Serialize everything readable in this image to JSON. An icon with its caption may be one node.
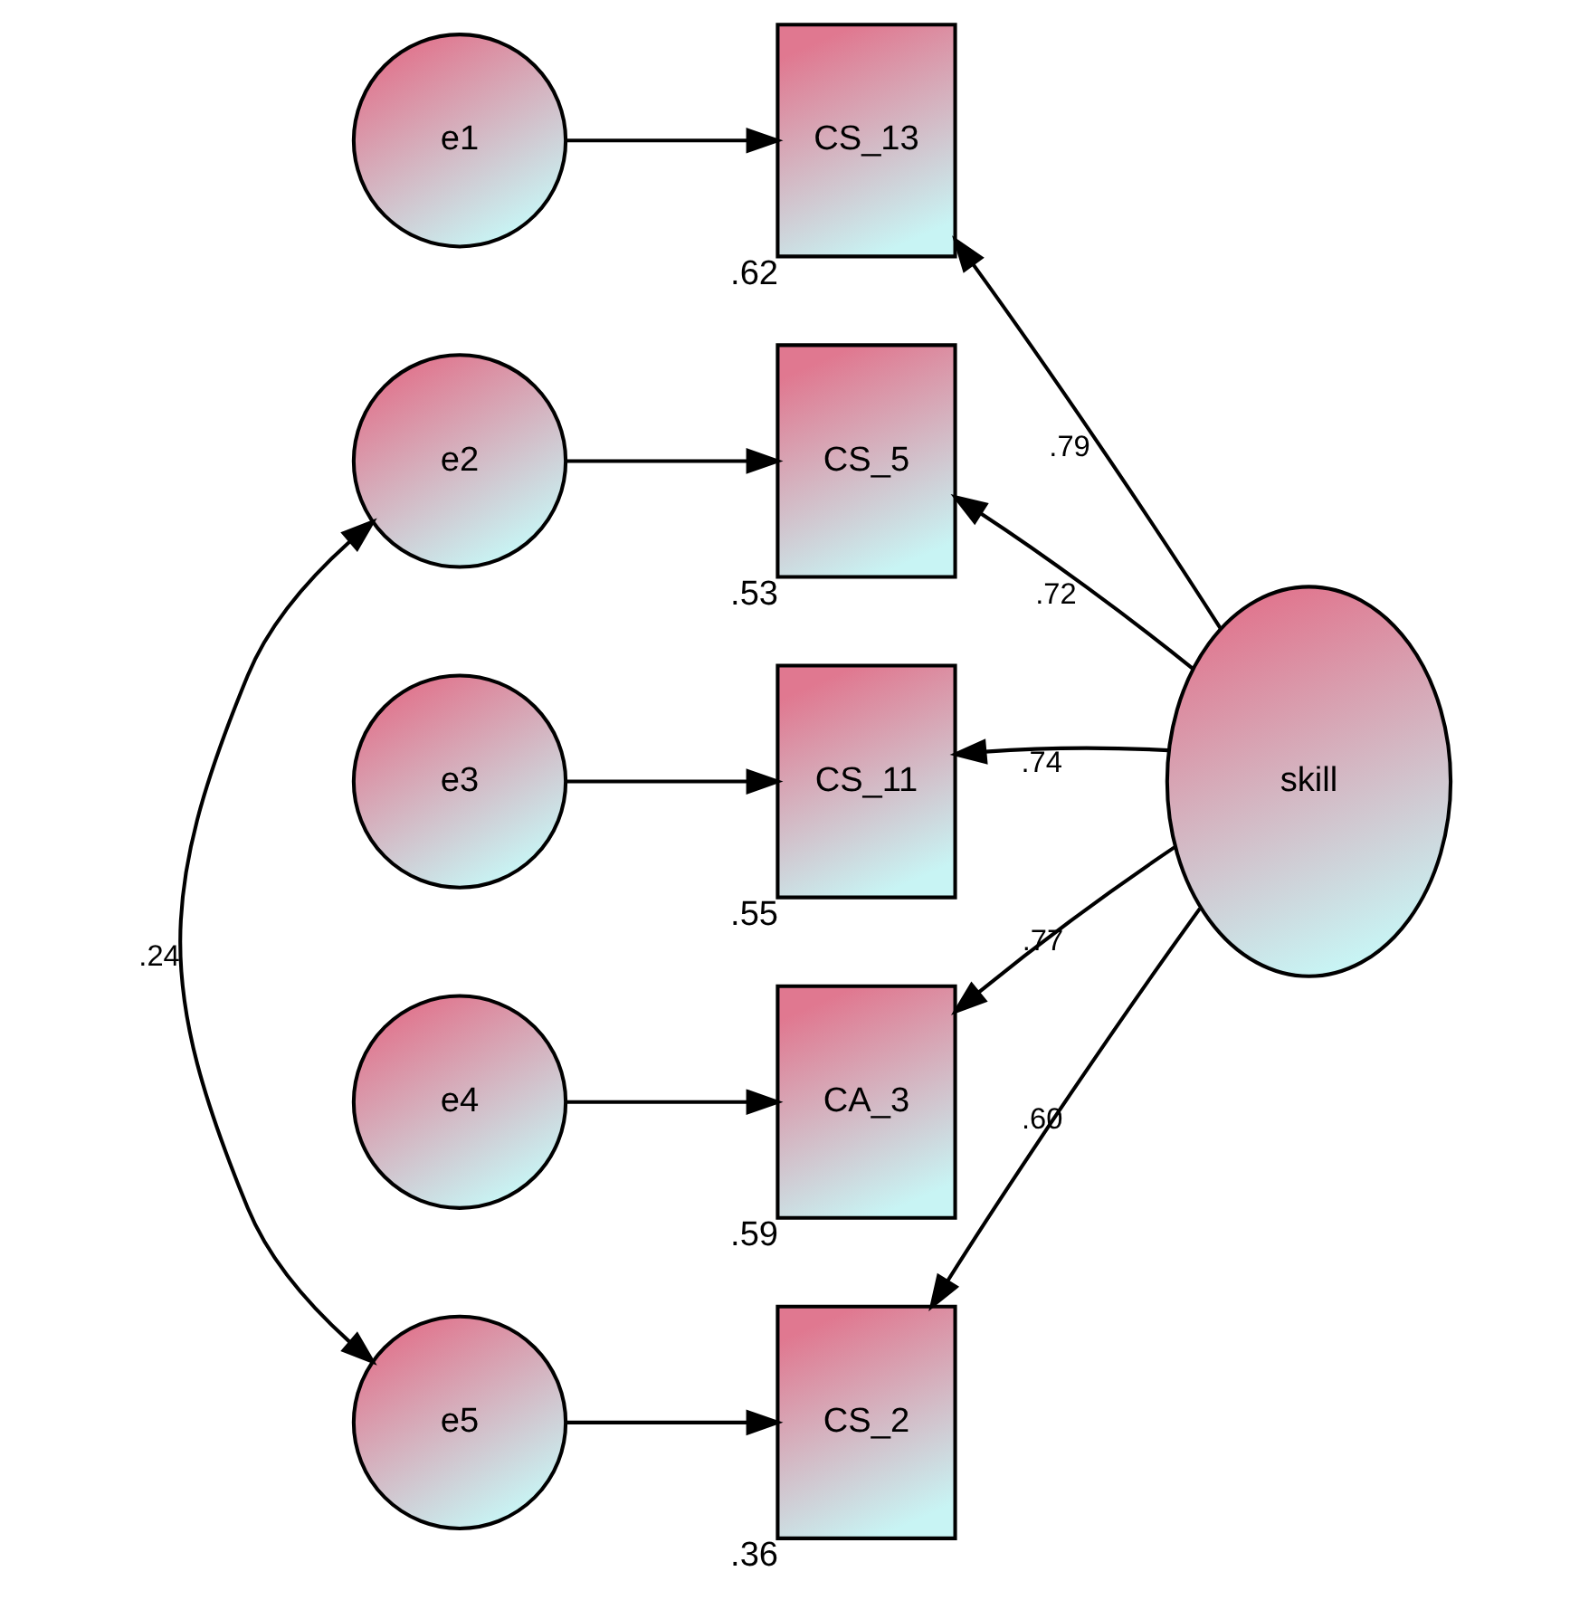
{
  "diagram": {
    "nodes": [
      {
        "text": [
          "e1"
        ]
      },
      {
        "text": [
          "CS_13"
        ],
        "beside": [
          ".62"
        ]
      },
      {
        "text": [
          "e2"
        ]
      },
      {
        "text": [
          "CS_5"
        ],
        "beside": [
          ".53"
        ]
      },
      {
        "text": [
          "e3"
        ]
      },
      {
        "text": [
          "CS_11"
        ],
        "beside": [
          ".55"
        ]
      },
      {
        "text": [
          "e4"
        ]
      },
      {
        "text": [
          "CA_3"
        ],
        "beside": [
          ".59"
        ]
      },
      {
        "text": [
          "e5"
        ]
      },
      {
        "text": [
          "CS_2"
        ],
        "beside": [
          ".36"
        ]
      },
      {
        "text": [
          "skill"
        ]
      }
    ],
    "edges": [
      {
        "from": 0,
        "to": 1,
        "arrow": "to"
      },
      {
        "from": 2,
        "to": 3,
        "arrow": "to"
      },
      {
        "from": 4,
        "to": 5,
        "arrow": "to"
      },
      {
        "from": 6,
        "to": 7,
        "arrow": "to"
      },
      {
        "from": 8,
        "to": 9,
        "arrow": "to"
      },
      {
        "from": 10,
        "to": 1,
        "arrow": "to",
        "label": ".79"
      },
      {
        "from": 10,
        "to": 3,
        "arrow": "to",
        "label": ".72"
      },
      {
        "from": 10,
        "to": 5,
        "arrow": "to",
        "label": ".74"
      },
      {
        "from": 10,
        "to": 7,
        "arrow": "to",
        "label": ".77"
      },
      {
        "from": 10,
        "to": 9,
        "arrow": "to",
        "label": ".60"
      },
      {
        "from": 2,
        "to": 8,
        "arrow": "both",
        "label": ".24"
      }
    ]
  }
}
